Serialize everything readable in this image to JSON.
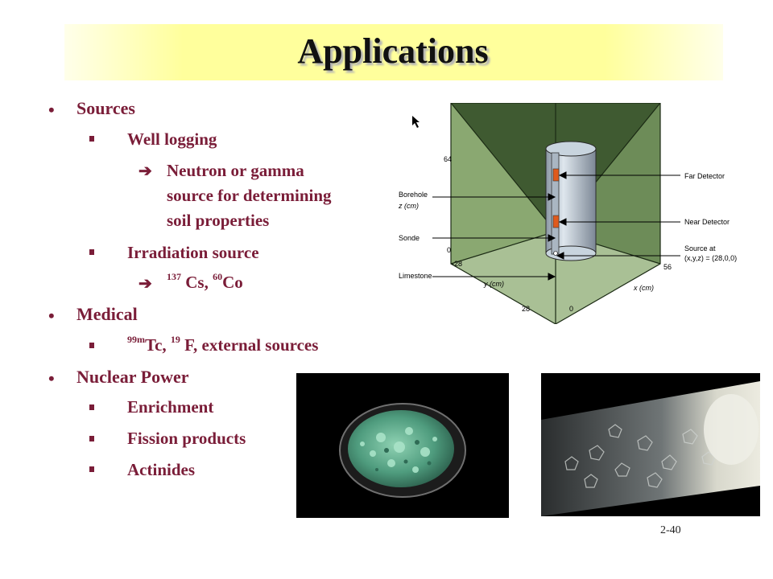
{
  "title": "Applications",
  "bullets": {
    "sources": "Sources",
    "well_logging": "Well logging",
    "neutron_line1": "Neutron or gamma",
    "neutron_line2": "source for determining",
    "neutron_line3": "soil properties",
    "irradiation": "Irradiation source",
    "cs_sup": "137",
    "cs_text": " Cs, ",
    "co_sup": "60",
    "co_text": "Co",
    "medical": "Medical",
    "tc_sup": "99m",
    "tc_text": "Tc, ",
    "f_sup": "19",
    "f_text": " F, external sources",
    "nuclear": "Nuclear Power",
    "enrichment": "Enrichment",
    "fission": "Fission products",
    "actinides": "Actinides"
  },
  "diagram": {
    "z64": "64",
    "borehole": "Borehole",
    "zcm": "z (cm)",
    "sonde": "Sonde",
    "zero_left": "0",
    "m28": "-28",
    "limestone": "Limestone",
    "ycm": "y (cm)",
    "y28": "28",
    "zero_bottom": "0",
    "xcm": "x (cm)",
    "x56": "56",
    "far": "Far Detector",
    "near": "Near Detector",
    "source1": "Source at",
    "source2": "(x,y,z) = (28,0,0)"
  },
  "page_number": "2-40",
  "colors": {
    "text": "#7a1d38",
    "title_band": "#ffff9c"
  }
}
